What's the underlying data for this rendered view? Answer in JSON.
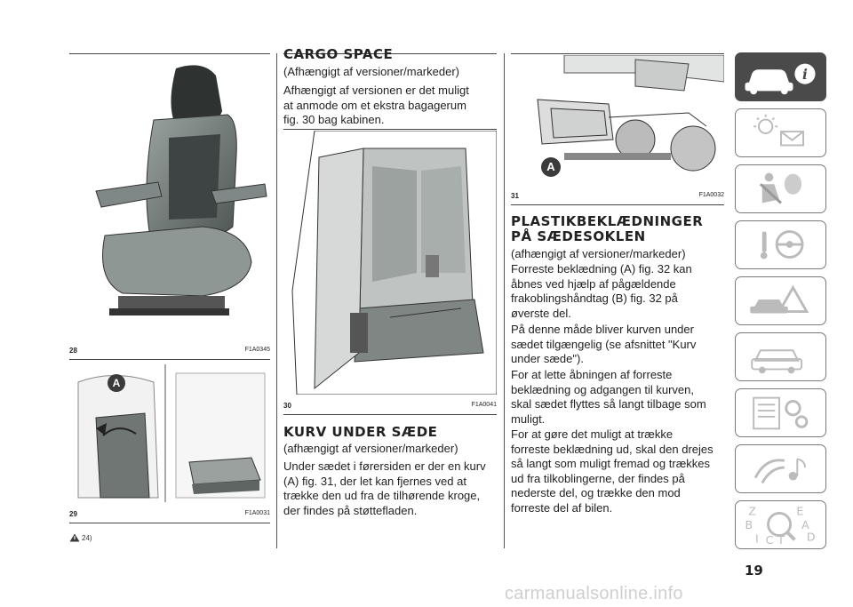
{
  "figures": {
    "fig28": {
      "number": "28",
      "code": "F1A0345"
    },
    "fig29": {
      "number": "29",
      "code": "F1A0031",
      "callout": "A"
    },
    "fig30": {
      "number": "30",
      "code": "F1A0041"
    },
    "fig31": {
      "number": "31",
      "code": "F1A0032",
      "callout": "A"
    }
  },
  "warning_ref": "24)",
  "cargo": {
    "heading": "CARGO SPACE",
    "subtitle": "(Afhængigt af versioner/markeder)",
    "body": [
      "Afhængigt af versionen er det muligt",
      "at anmode om et ekstra bagagerum",
      "fig. 30 bag kabinen."
    ]
  },
  "kurv": {
    "heading": "KURV UNDER SÆDE",
    "subtitle": "(afhængigt af versioner/markeder)",
    "body": [
      "Under sædet i førersiden er der en kurv",
      "(A) fig. 31, der let kan fjernes ved at",
      "trække den ud fra de tilhørende kroge,",
      "der findes på støttefladen."
    ]
  },
  "plastik": {
    "heading_lines": [
      "PLASTIKBEKLÆDNINGER",
      "PÅ SÆDESOKLEN"
    ],
    "subtitle": "(afhængigt af versioner/markeder)",
    "para1": [
      "Forreste beklædning (A) fig. 32 kan",
      "åbnes ved hjælp af pågældende",
      "frakoblingshåndtag (B) fig. 32 på",
      "øverste del."
    ],
    "para2": [
      "På denne måde bliver kurven under",
      "sædet tilgængelig (se afsnittet \"Kurv",
      "under sæde\")."
    ],
    "para3": [
      "For at lette åbningen af forreste",
      "beklædning og adgangen til kurven,",
      "skal sædet flyttes så langt tilbage som",
      "muligt."
    ],
    "para4": [
      "For at gøre det muligt at trække",
      "forreste beklædning ud, skal den drejes",
      "så langt som muligt fremad og trækkes",
      "ud fra tilkoblingerne, der findes på",
      "nederste del, og trække den mod",
      "forreste del af bilen."
    ]
  },
  "page_number": "19",
  "watermark": "carmanualsonline.info",
  "tabs": [
    {
      "name": "car-info-icon",
      "active": true
    },
    {
      "name": "dashboard-warning-icon",
      "active": false
    },
    {
      "name": "airbag-safety-icon",
      "active": false
    },
    {
      "name": "steering-key-icon",
      "active": false
    },
    {
      "name": "emergency-triangle-icon",
      "active": false
    },
    {
      "name": "car-maintenance-icon",
      "active": false
    },
    {
      "name": "technical-data-icon",
      "active": false
    },
    {
      "name": "multimedia-icon",
      "active": false
    },
    {
      "name": "index-letters-icon",
      "active": false
    }
  ],
  "tab_index_letters": [
    "Z",
    "E",
    "B",
    "A",
    "I",
    "C",
    "T",
    "D"
  ],
  "colors": {
    "tab_active": "#4a4a4a",
    "tab_border": "#7a7a7a"
  }
}
